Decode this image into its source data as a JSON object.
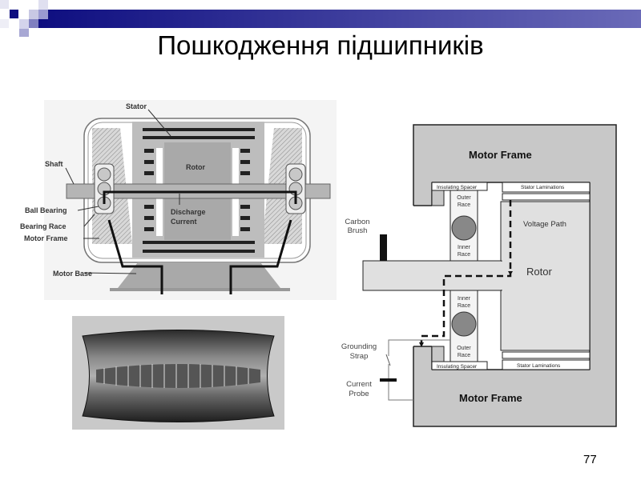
{
  "slide": {
    "title": "Пошкодження підшипників",
    "page_number": "77",
    "accent_color": "#1a1a8c"
  },
  "motor_diagram": {
    "labels": {
      "stator": "Stator",
      "shaft": "Shaft",
      "ball_bearing": "Ball Bearing",
      "bearing_race": "Bearing Race",
      "motor_frame": "Motor Frame",
      "motor_base": "Motor Base",
      "rotor": "Rotor",
      "discharge_line1": "Discharge",
      "discharge_line2": "Current"
    }
  },
  "cross_section": {
    "labels": {
      "motor_frame_top": "Motor Frame",
      "motor_frame_bottom": "Motor Frame",
      "insulating_spacer_top": "Insulating Spacer",
      "insulating_spacer_bottom": "Insulating Spacer",
      "stator_laminations_top": "Stator Laminations",
      "stator_laminations_bottom": "Stator Laminations",
      "outer_race_top_1": "Outer",
      "outer_race_top_2": "Race",
      "inner_race_top_1": "Inner",
      "inner_race_top_2": "Race",
      "inner_race_bottom_1": "Inner",
      "inner_race_bottom_2": "Race",
      "outer_race_bottom_1": "Outer",
      "outer_race_bottom_2": "Race",
      "voltage_path": "Voltage Path",
      "rotor": "Rotor",
      "carbon_brush_1": "Carbon",
      "carbon_brush_2": "Brush",
      "grounding_strap_1": "Grounding",
      "grounding_strap_2": "Strap",
      "current_probe_1": "Current",
      "current_probe_2": "Probe"
    }
  }
}
